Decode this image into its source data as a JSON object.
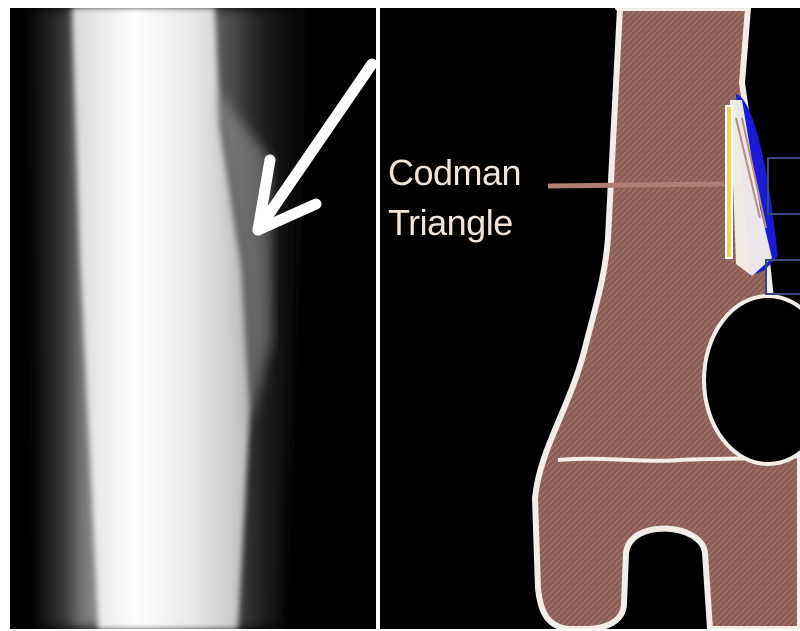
{
  "figure": {
    "left_panel": {
      "kind": "radiograph",
      "arrow_icon": "arrow-down-left-icon"
    },
    "right_panel": {
      "kind": "schematic",
      "callout": {
        "line1": "Codman",
        "line2": "Triangle"
      }
    },
    "colors": {
      "background": "#000000",
      "bone_fill": "#8a5d56",
      "bone_outline": "#f2ede8",
      "periosteal_reaction": "#f2d64b",
      "tumor_blue": "#1a1ad6",
      "lesion_black": "#000000",
      "label_text": "#f1e4d8",
      "leader_line": "#b07f76",
      "box_outline": "#3a4a78"
    }
  }
}
